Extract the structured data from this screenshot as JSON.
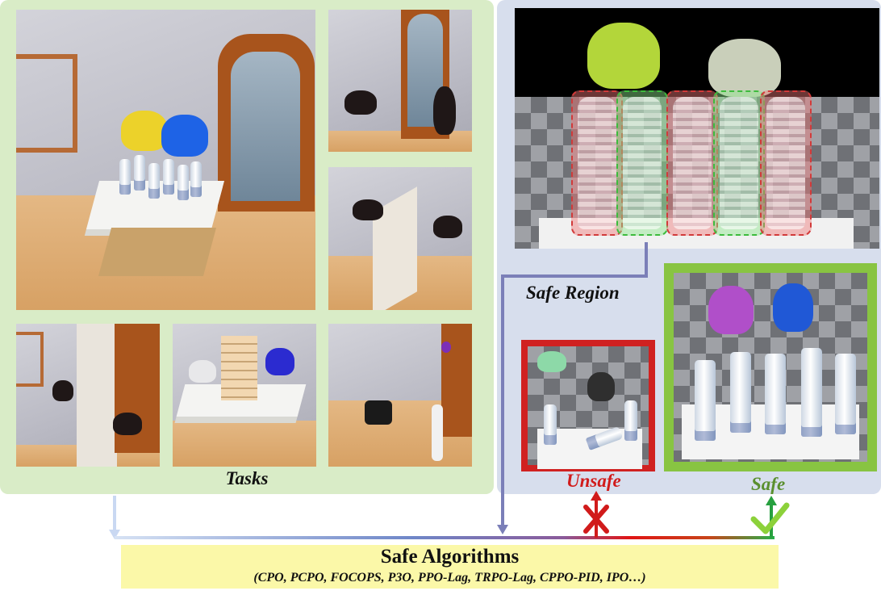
{
  "tasks": {
    "label": "Tasks"
  },
  "safe_region": {
    "label": "Safe Region"
  },
  "examples": {
    "unsafe_label": "Unsafe",
    "safe_label": "Safe"
  },
  "algorithms": {
    "title": "Safe Algorithms",
    "list": "(CPO, PCPO, FOCOPS, P3O, PPO-Lag, TRPO-Lag, CPPO-PID, IPO…)"
  },
  "region_boxes": [
    "unsafe",
    "safe",
    "unsafe",
    "safe",
    "unsafe"
  ],
  "colors": {
    "tasks_panel": "#d9ecc7",
    "safe_panel": "#d7deed",
    "unsafe": "#d11b1b",
    "safe": "#5a8f2e",
    "flow_line": "#7b7fb8",
    "algo_box": "#fbf8a8"
  },
  "icons": {
    "unsafe_mark": "cross-icon",
    "safe_mark": "check-icon"
  }
}
